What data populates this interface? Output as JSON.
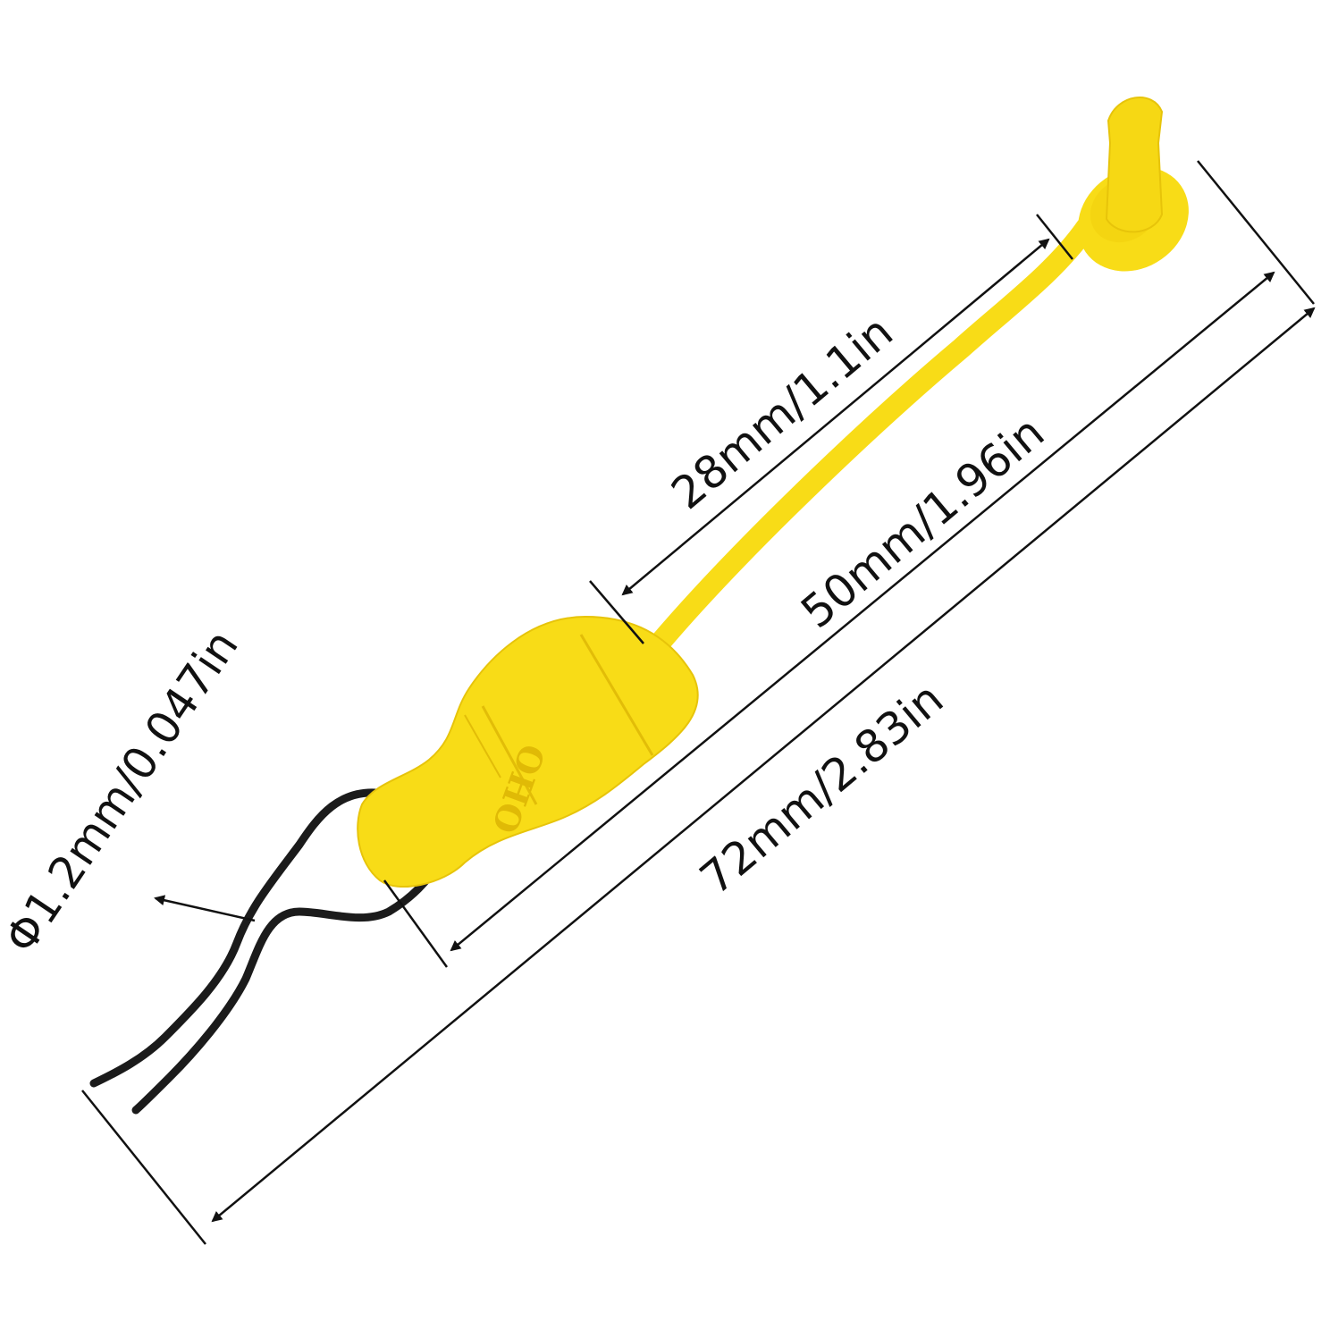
{
  "product": {
    "pull_tab_color": "#F8DC17",
    "pull_tab_shadow": "#E7C40A",
    "clip_color": "#1b1b1b",
    "logo_text": "OHO"
  },
  "dimensions": {
    "stem_length": "28mm/1.1in",
    "tab_length": "50mm/1.96in",
    "total_length": "72mm/2.83in",
    "wire_diameter": "Φ1.2mm/0.047in"
  },
  "colors": {
    "background": "#ffffff",
    "dimension_lines": "#111111"
  }
}
